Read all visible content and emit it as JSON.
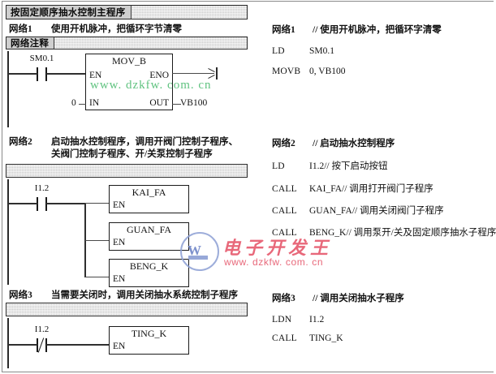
{
  "document": {
    "title_bar": "按固定顺序抽水控制主程序",
    "comment_bar": "网络注释"
  },
  "ladder": {
    "networks": [
      {
        "id": "网络1",
        "desc_line1": "使用开机脉冲，把循环字节清零",
        "desc_line2": "",
        "contact": {
          "label": "SM0.1",
          "type": "normally-open"
        },
        "block": {
          "name": "MOV_B",
          "pin_en": "EN",
          "pin_eno": "ENO",
          "pin_in": "IN",
          "pin_out": "OUT",
          "operand_in": "0",
          "operand_out": "VB100"
        }
      },
      {
        "id": "网络2",
        "desc_line1": "启动抽水控制程序，调用开阀门控制子程序、",
        "desc_line2": "关阀门控制子程序、开/关泵控制子程序",
        "contact": {
          "label": "I1.2",
          "type": "normally-open"
        },
        "blocks": [
          {
            "name": "KAI_FA",
            "pin_en": "EN"
          },
          {
            "name": "GUAN_FA",
            "pin_en": "EN"
          },
          {
            "name": "BENG_K",
            "pin_en": "EN"
          }
        ]
      },
      {
        "id": "网络3",
        "desc_line1": "当需要关闭时，调用关闭抽水系统控制子程序",
        "desc_line2": "",
        "contact": {
          "label": "I1.2",
          "type": "normally-closed"
        },
        "blocks": [
          {
            "name": "TING_K",
            "pin_en": "EN"
          }
        ]
      }
    ]
  },
  "stl": {
    "network1": {
      "header_id": "网络1",
      "header_comment": "// 使用开机脉冲，把循环字清零",
      "lines": [
        {
          "mnemonic": "LD",
          "operand": "SM0.1",
          "comment": ""
        },
        {
          "mnemonic": "MOVB",
          "operand": "0, VB100",
          "comment": ""
        }
      ]
    },
    "network2": {
      "header_id": "网络2",
      "header_comment": "// 启动抽水控制程序",
      "lines": [
        {
          "mnemonic": "LD",
          "operand": "I1.2",
          "comment": "// 按下启动按钮"
        },
        {
          "mnemonic": "CALL",
          "operand": "KAI_FA",
          "comment": "// 调用打开阀门子程序"
        },
        {
          "mnemonic": "CALL",
          "operand": "GUAN_FA",
          "comment": "// 调用关闭阀门子程序"
        },
        {
          "mnemonic": "CALL",
          "operand": "BENG_K",
          "comment": "// 调用泵开/关及固定顺序抽水子程序"
        }
      ]
    },
    "network3": {
      "header_id": "网络3",
      "header_comment": "// 调用关闭抽水子程序",
      "lines": [
        {
          "mnemonic": "LDN",
          "operand": "I1.2",
          "comment": ""
        },
        {
          "mnemonic": "CALL",
          "operand": "TING_K",
          "comment": ""
        }
      ]
    }
  },
  "watermarks": {
    "green_url": "www. dzkfw. com. cn",
    "logo_text": "电子开发王",
    "logo_url": "www. dzkfw. com. cn",
    "logo_crown": "W"
  },
  "colors": {
    "green_watermark": "#58c07a",
    "logo_red": "#e8687a",
    "logo_blue": "#8c9fd4",
    "bar_gray": "#c9c9c9",
    "line_dark": "#1b1b1b"
  }
}
